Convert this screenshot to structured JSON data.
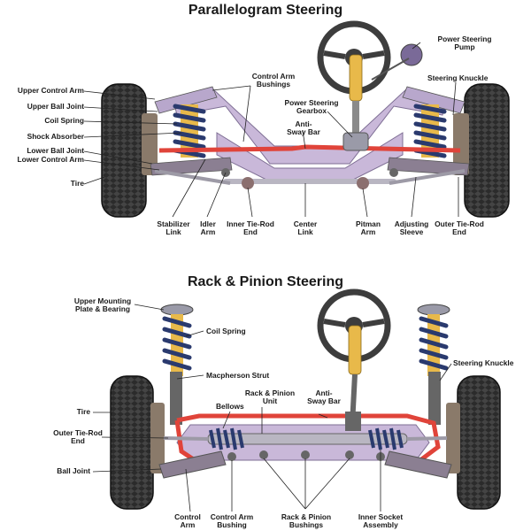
{
  "top": {
    "title": "Parallelogram Steering",
    "labels": {
      "upper_control_arm": "Upper Control Arm",
      "upper_ball_joint": "Upper Ball Joint",
      "coil_spring": "Coil Spring",
      "shock_absorber": "Shock Absorber",
      "lower_ball_joint": "Lower Ball Joint",
      "lower_control_arm": "Lower Control Arm",
      "tire": "Tire",
      "control_arm_bushings": "Control Arm Bushings",
      "power_steering_gearbox": "Power Steering Gearbox",
      "anti_sway_bar": "Anti-Sway Bar",
      "power_steering_pump": "Power Steering Pump",
      "steering_knuckle": "Steering Knuckle",
      "stabilizer_link": "Stabilizer Link",
      "idler_arm": "Idler Arm",
      "inner_tie_rod_end": "Inner Tie-Rod End",
      "center_link": "Center Link",
      "pitman_arm": "Pitman Arm",
      "adjusting_sleeve": "Adjusting Sleeve",
      "outer_tie_rod_end": "Outer Tie-Rod End"
    }
  },
  "bottom": {
    "title": "Rack & Pinion Steering",
    "labels": {
      "upper_mounting_plate": "Upper Mounting Plate & Bearing",
      "coil_spring": "Coil Spring",
      "macpherson_strut": "Macpherson Strut",
      "steering_knuckle": "Steering Knuckle",
      "rack_pinion_unit": "Rack & Pinion Unit",
      "anti_sway_bar": "Anti-Sway Bar",
      "bellows": "Bellows",
      "tire": "Tire",
      "outer_tie_rod_end": "Outer Tie-Rod End",
      "ball_joint": "Ball Joint",
      "control_arm": "Control Arm",
      "control_arm_bushing": "Control Arm Bushing",
      "rack_pinion_bushings": "Rack & Pinion Bushings",
      "inner_socket_assembly": "Inner Socket Assembly"
    }
  },
  "colors": {
    "frame": "#c9b8d9",
    "spring": "#2a3a6e",
    "shock": "#e8b94a",
    "sway_bar": "#e0443a",
    "tire": "#2b2b2b",
    "link": "#b9b6c2"
  }
}
